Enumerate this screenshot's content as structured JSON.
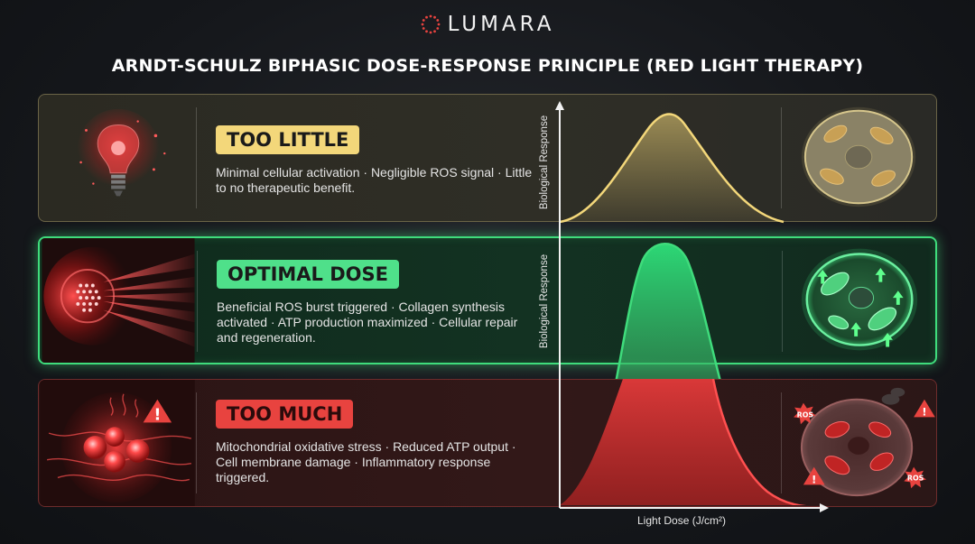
{
  "brand": {
    "name": "LUMARA",
    "accent": "#e8433f"
  },
  "title": "ARNDT-SCHULZ BIPHASIC DOSE-RESPONSE PRINCIPLE (RED LIGHT THERAPY)",
  "panels": {
    "little": {
      "label": "TOO LITTLE",
      "color": "#f3d77a",
      "description": "Minimal cellular activation · Negligible ROS signal · Little to no therapeutic benefit.",
      "left_icon": "dim-light-bulb-icon",
      "right_icon": "inactive-cell-icon"
    },
    "optimal": {
      "label": "OPTIMAL DOSE",
      "color": "#4fe08a",
      "description": "Beneficial ROS burst triggered · Collagen synthesis activated · ATP production maximized · Cellular repair and regeneration.",
      "left_icon": "red-light-emitter-icon",
      "right_icon": "energized-cell-icon"
    },
    "much": {
      "label": "TOO MUCH",
      "color": "#e8433f",
      "description": "Mitochondrial oxidative stress · Reduced ATP output · Cell membrane damage · Inflammatory response triggered.",
      "left_icon": "overheated-cells-icon",
      "right_icon": "damaged-cell-icon",
      "ros_labels": [
        "ROS",
        "ROS"
      ]
    }
  },
  "chart": {
    "ylabel": "Biological Response",
    "xlabel": "Light Dose (J/cm²)"
  }
}
